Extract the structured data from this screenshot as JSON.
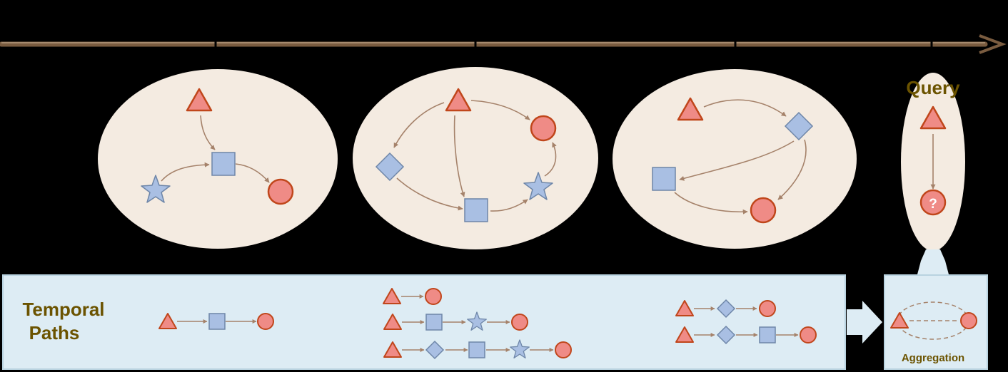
{
  "query": {
    "title": "Query",
    "unknown_symbol": "?"
  },
  "temporal_paths": {
    "label_line1": "Temporal",
    "label_line2": "Paths"
  },
  "aggregation": {
    "label": "Aggregation"
  },
  "colors": {
    "background": "#000000",
    "ellipse_fill": "#f4ebe1",
    "panel_fill": "#ddecf4",
    "panel_stroke": "#b9d3e0",
    "red_fill": "#ef8b86",
    "red_stroke": "#c0461b",
    "blue_fill": "#a9bfe3",
    "blue_stroke": "#6e86a8",
    "arrow": "#a5826a",
    "timeline": "#7a5c40",
    "label_text": "#6b5300"
  },
  "icons": {
    "entity_a": "triangle-icon",
    "entity_b": "square-icon",
    "entity_c": "star-icon",
    "entity_d": "diamond-icon",
    "entity_e": "circle-icon"
  }
}
